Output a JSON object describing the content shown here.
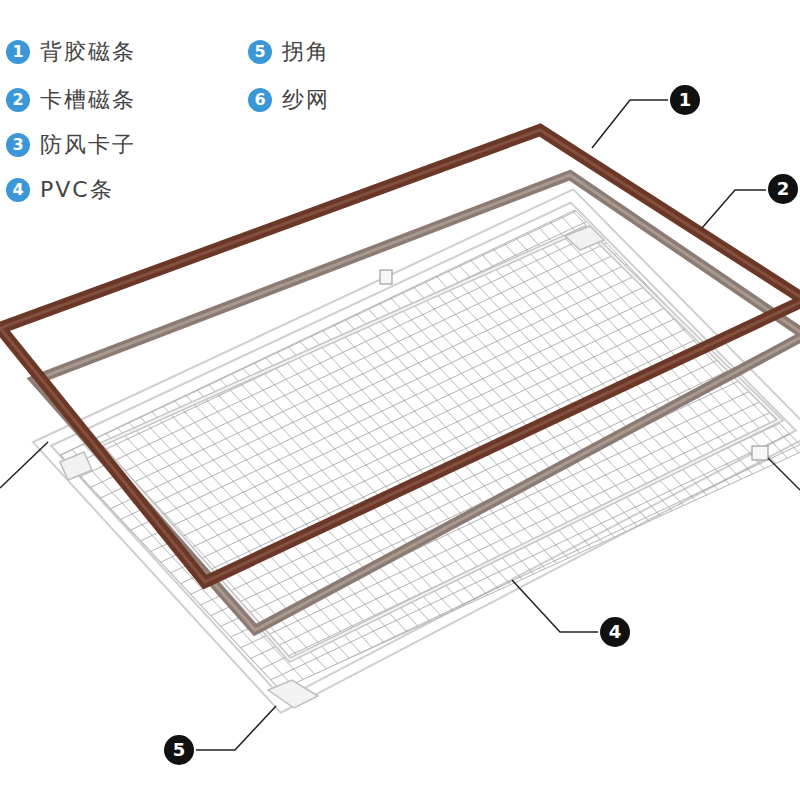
{
  "diagram": {
    "labels": [
      "1",
      "2",
      "3",
      "4",
      "5",
      "6",
      "1",
      "2",
      "4",
      "5"
    ],
    "legend": [
      {
        "text": "背胶磁条"
      },
      {
        "text": "卡槽磁条"
      },
      {
        "text": "防风卡子"
      },
      {
        "text": "PVC条"
      },
      {
        "text": "拐角"
      },
      {
        "text": "纱网"
      }
    ]
  }
}
